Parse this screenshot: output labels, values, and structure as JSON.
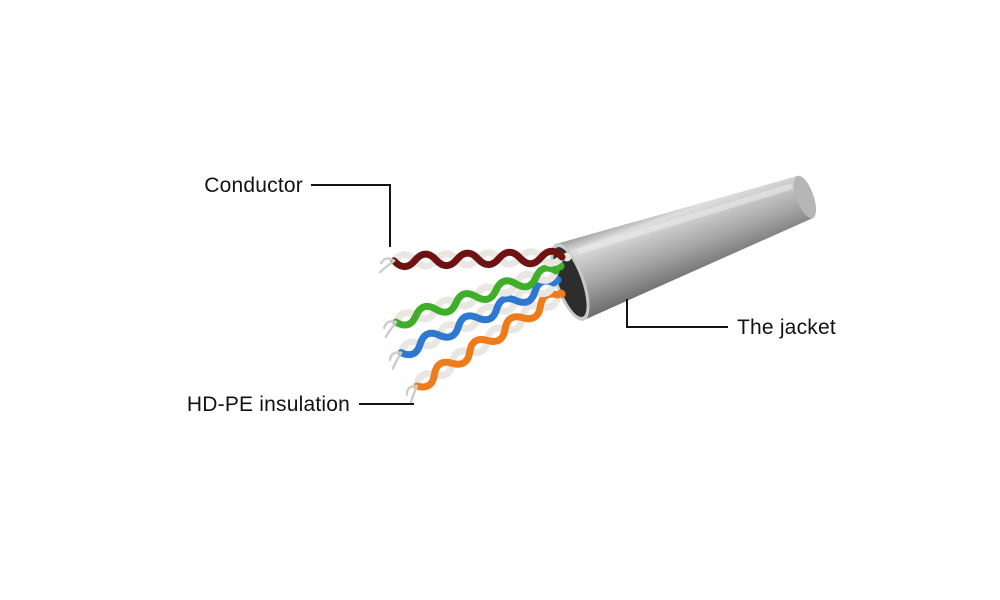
{
  "diagram": {
    "type": "ethernet-cable-cutaway",
    "labels": {
      "conductor": "Conductor",
      "insulation": "HD-PE insulation",
      "jacket": "The jacket"
    },
    "colors": {
      "background": "#ffffff",
      "text": "#121212",
      "callout_line": "#141414",
      "jacket_light": "#dedede",
      "jacket_mid": "#a3a3a3",
      "jacket_dark": "#6b6b6b",
      "jacket_rim": "#c9c9c9",
      "jacket_face": "#2d2d2d",
      "jacket_end_cap": "#b6b6b6",
      "wire_white": "#e9e7e2",
      "bare_tip": "#cccccc"
    },
    "pairs": [
      {
        "label": "dark-red / white pair",
        "color": "#6e1212"
      },
      {
        "label": "green / white pair",
        "color": "#3fae2a"
      },
      {
        "label": "blue / white pair",
        "color": "#2e78d2"
      },
      {
        "label": "orange / white pair",
        "color": "#ee7c1a"
      }
    ]
  }
}
